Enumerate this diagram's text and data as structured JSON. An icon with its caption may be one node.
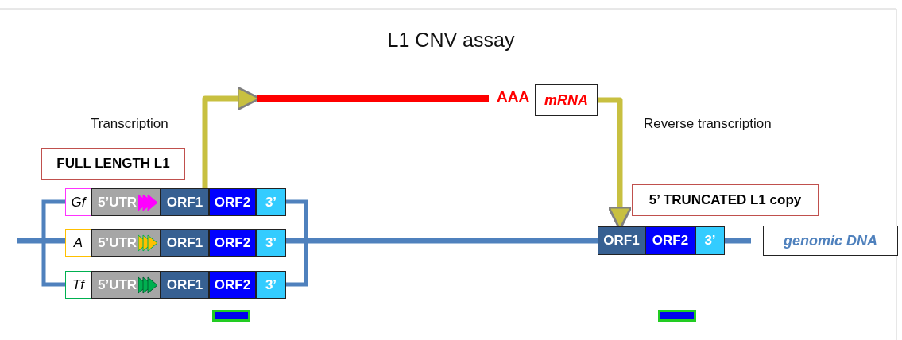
{
  "diagram": {
    "title": "L1 CNV assay",
    "nodes": [
      {
        "text": [
          "FULL LENGTH  L1"
        ]
      },
      {
        "text": [
          "Gf"
        ]
      },
      {
        "text": [
          "5’UTR"
        ]
      },
      {
        "text": [
          "ORF1"
        ]
      },
      {
        "text": [
          "ORF2"
        ]
      },
      {
        "text": [
          "3’"
        ]
      },
      {
        "text": [
          "A"
        ]
      },
      {
        "text": [
          "5’UTR"
        ]
      },
      {
        "text": [
          "ORF1"
        ]
      },
      {
        "text": [
          "ORF2"
        ]
      },
      {
        "text": [
          "3’"
        ]
      },
      {
        "text": [
          "Tf"
        ]
      },
      {
        "text": [
          "5’UTR"
        ]
      },
      {
        "text": [
          "ORF1"
        ]
      },
      {
        "text": [
          "ORF2"
        ]
      },
      {
        "text": [
          "3’"
        ]
      },
      {
        "text": [],
        "shape": "bar",
        "beside": [
          "AAA"
        ]
      },
      {
        "text": [
          "mRNA"
        ]
      },
      {
        "text": [
          "5’ TRUNCATED L1 copy"
        ]
      },
      {
        "text": [
          "ORF1"
        ]
      },
      {
        "text": [
          "ORF2"
        ]
      },
      {
        "text": [
          "3’"
        ]
      },
      {
        "text": [
          "genomic DNA"
        ]
      },
      {
        "text": [],
        "shape": "bar"
      },
      {
        "text": [],
        "shape": "bar"
      }
    ],
    "edges": [
      {
        "from": 3,
        "to": 16,
        "arrow": "to",
        "label": "Transcription"
      },
      {
        "from": 17,
        "to": 19,
        "arrow": "to",
        "label": "Reverse transcription"
      }
    ]
  }
}
